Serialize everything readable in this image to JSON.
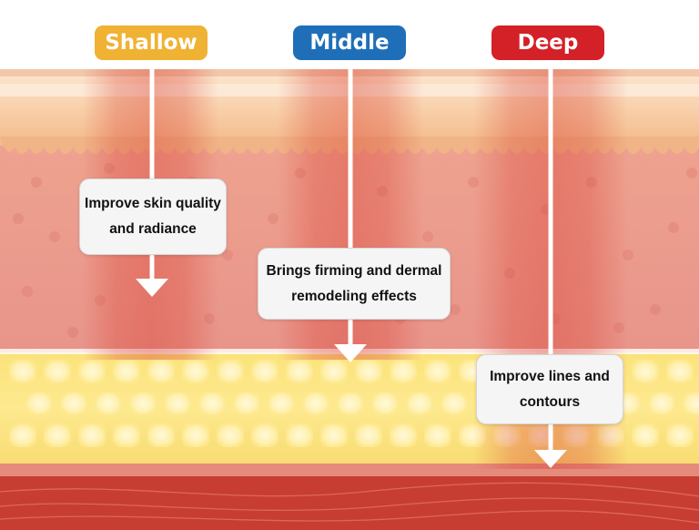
{
  "depths": [
    {
      "key": "shallow",
      "label": "Shallow",
      "color": "#f0b233",
      "text_lines": [
        "Improve skin quality",
        "and radiance"
      ]
    },
    {
      "key": "middle",
      "label": "Middle",
      "color": "#1e6fb8",
      "text_lines": [
        "Brings firming and dermal",
        "remodeling effects"
      ]
    },
    {
      "key": "deep",
      "label": "Deep",
      "color": "#d42027",
      "text_lines": [
        "Improve lines and",
        "contours"
      ]
    }
  ],
  "colors": {
    "epidermis": "#f6c9a2",
    "epidermis_edge": "#efaa7b",
    "dermis": "#e8948a",
    "fat": "#fce98d",
    "fat_cell": "#fff6c4",
    "muscle": "#cc3e33",
    "beam_shallow": "#e55d4e",
    "beam_middle": "#df4f40",
    "beam_deep": "#d93a33",
    "arrow": "#ffffff"
  }
}
